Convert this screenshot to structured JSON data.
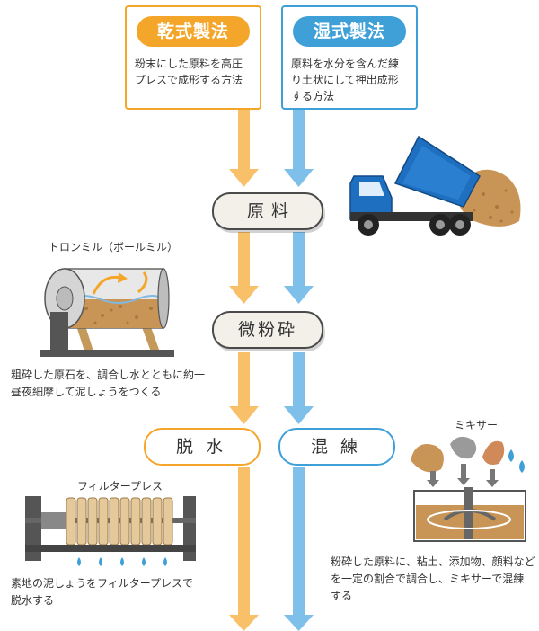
{
  "dry_method": {
    "title": "乾式製法",
    "description_lines": [
      "粉末にした原料を高圧",
      "プレスで成形する方法"
    ],
    "color": "#F4A62A"
  },
  "wet_method": {
    "title": "湿式製法",
    "description_lines": [
      "原料を水分を含んだ練",
      "り土状にして押出成形",
      "する方法"
    ],
    "color": "#3FA0D8"
  },
  "steps": {
    "raw_material": "原料",
    "fine_grinding": "微粉砕",
    "dehydration": "脱水",
    "kneading": "混練"
  },
  "ball_mill": {
    "label": "トロンミル（ボールミル）",
    "caption_lines": [
      "粗砕した原石を、調合し水とともに約一",
      "昼夜細摩して泥しょうをつくる"
    ]
  },
  "filter_press": {
    "label": "フィルタープレス",
    "caption_lines": [
      "素地の泥しょうをフィルタープレスで",
      "脱水する"
    ]
  },
  "mixer": {
    "label": "ミキサー",
    "caption_lines": [
      "粉砕した原料に、粘土、添加物、顔料など",
      "を一定の割合で調合し、ミキサーで混練",
      "する"
    ]
  },
  "colors": {
    "orange_arrow": "#F9C06A",
    "blue_arrow": "#7FC0EA",
    "truck_blue": "#1E6FC0",
    "clay": "#C99556"
  }
}
